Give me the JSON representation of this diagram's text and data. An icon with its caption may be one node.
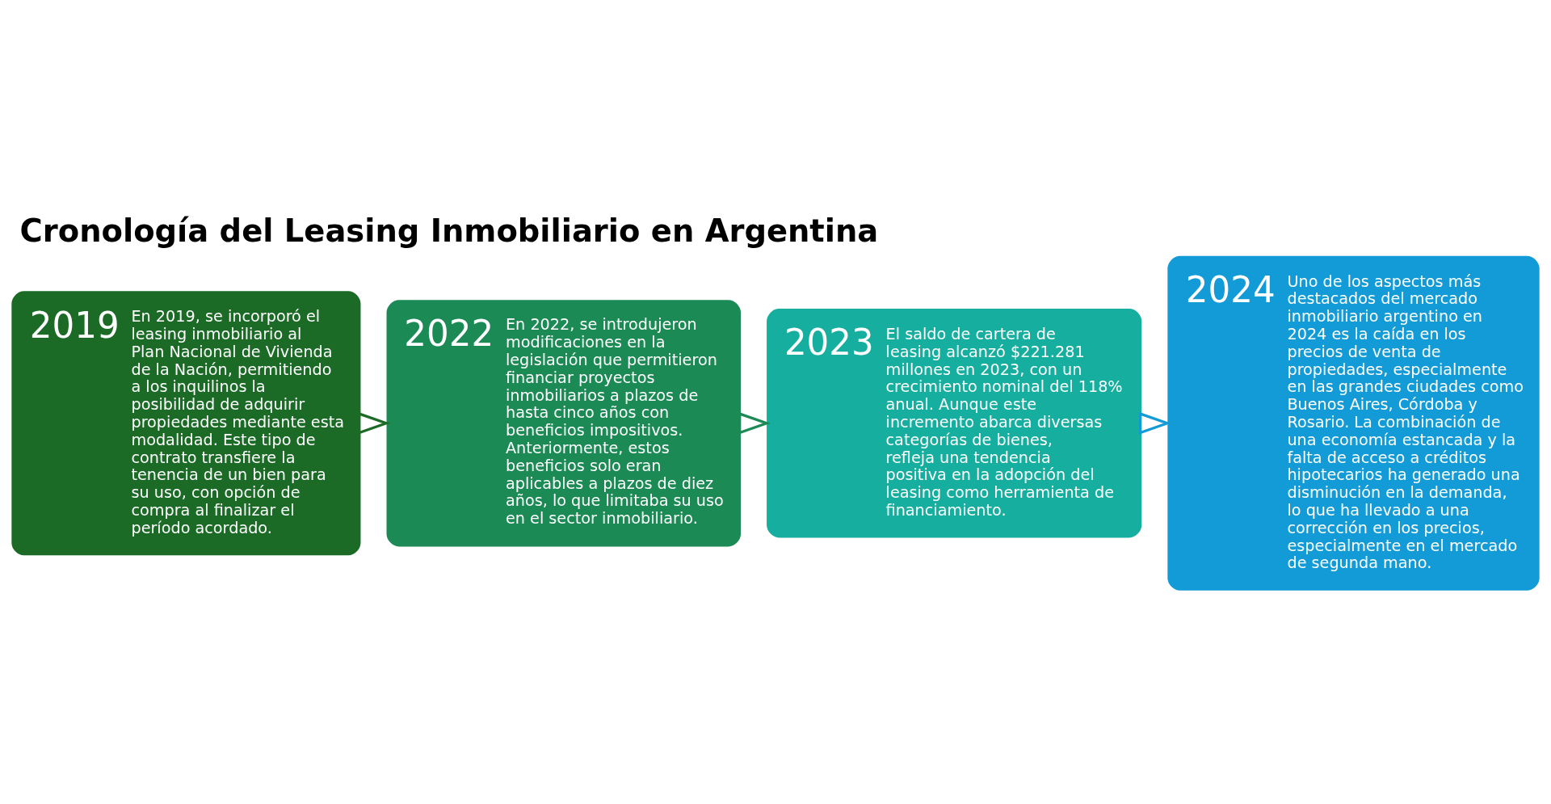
{
  "diagram": {
    "title": "Cronología del Leasing Inmobiliario en Argentina",
    "nodes": [
      {
        "text": [
          "2019",
          "En 2019, se incorporó el leasing inmobiliario al Plan Nacional de Vivienda de la Nación, permitiendo a los inquilinos la posibilidad de adquirir propiedades mediante esta modalidad. Este tipo de contrato transfiere la tenencia de un bien para su uso, con opción de compra al finalizar el período acordado."
        ]
      },
      {
        "text": [
          "2022",
          "En 2022, se introdujeron modificaciones en la legislación que permitieron financiar proyectos inmobiliarios a plazos de hasta cinco años con beneficios impositivos. Anteriormente, estos beneficios solo eran aplicables a plazos de diez años, lo que limitaba su uso en el sector inmobiliario."
        ]
      },
      {
        "text": [
          "2023",
          "El saldo de cartera de leasing alcanzó $221.281 millones en 2023, con un crecimiento nominal del 118% anual. Aunque este incremento abarca diversas categorías de bienes, refleja una tendencia positiva en la adopción del leasing como herramienta de financiamiento."
        ]
      },
      {
        "text": [
          "2024",
          "Uno de los aspectos más destacados del mercado inmobiliario argentino en 2024 es la caída en los precios de venta de propiedades, especialmente en las grandes ciudades como Buenos Aires, Córdoba y Rosario. La combinación de una economía estancada y la falta de acceso a créditos hipotecarios ha generado una disminución en la demanda, lo que ha llevado a una corrección en los precios, especialmente en el mercado de segunda mano."
        ]
      }
    ],
    "edges": [
      {
        "from": 0,
        "to": 1,
        "arrow": "to",
        "color": "#1b6b27"
      },
      {
        "from": 1,
        "to": 2,
        "arrow": "to",
        "color": "#1b8a55"
      },
      {
        "from": 2,
        "to": 3,
        "arrow": "to",
        "color": "#129bd6"
      }
    ]
  }
}
